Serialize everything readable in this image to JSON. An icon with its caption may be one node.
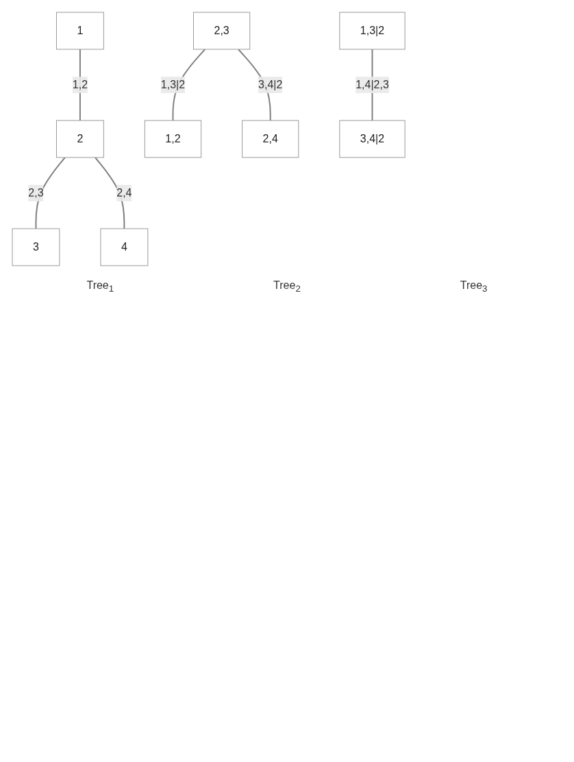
{
  "diagram": {
    "nodes": [
      {
        "text": [
          "1"
        ]
      },
      {
        "text": [
          "2"
        ]
      },
      {
        "text": [
          "3"
        ]
      },
      {
        "text": [
          "4"
        ]
      },
      {
        "text": [
          "2,3"
        ]
      },
      {
        "text": [
          "1,2"
        ]
      },
      {
        "text": [
          "2,4"
        ]
      },
      {
        "text": [
          "1,3|2"
        ]
      },
      {
        "text": [
          "3,4|2"
        ]
      }
    ],
    "edges": [
      {
        "from": 0,
        "to": 1,
        "arrow": "none",
        "label": "1,2"
      },
      {
        "from": 1,
        "to": 2,
        "arrow": "none",
        "label": "2,3"
      },
      {
        "from": 1,
        "to": 3,
        "arrow": "none",
        "label": "2,4"
      },
      {
        "from": 4,
        "to": 5,
        "arrow": "none",
        "label": "1,3|2"
      },
      {
        "from": 4,
        "to": 6,
        "arrow": "none",
        "label": "3,4|2"
      },
      {
        "from": 7,
        "to": 8,
        "arrow": "none",
        "label": "1,4|2,3"
      }
    ],
    "labels": [
      "Tree$_{1}$",
      "Tree$_{2}$",
      "Tree$_{3}$"
    ]
  }
}
